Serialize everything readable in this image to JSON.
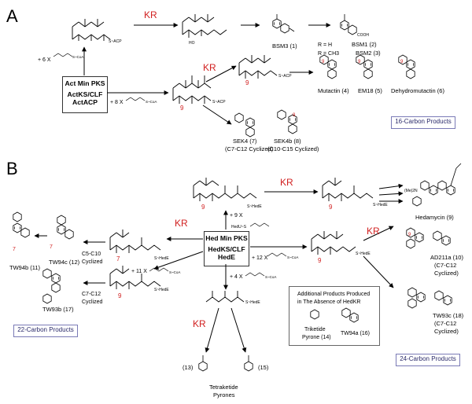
{
  "panels": {
    "a": {
      "letter": "A",
      "kr": "KR",
      "enzyme": {
        "title": "Act Min PKS",
        "line1": "ActKS/CLF",
        "line2": "ActACP"
      },
      "mal_top": "+ 6 X",
      "mal_bottom": "+ 8 X",
      "ketide_top_tag": "S~ACP",
      "ketide_bottom_tag": "S~ACP",
      "red_9": "9",
      "bsm3": "BSM3 (1)",
      "bsm_r_h": "R = H",
      "bsm_r_ch3": "R = CH3",
      "bsm1": "BSM1 (2)",
      "bsm2": "BSM2 (3)",
      "cooh": "COOH",
      "mutactin": "Mutactin (4)",
      "em18": "EM18 (5)",
      "dehydromutactin": "Dehydromutactin (6)",
      "sek4": "SEK4 (7)",
      "sek4_sub": "(C7-C12 Cyclized)",
      "sek4b": "SEK4b (8)",
      "sek4b_sub": "(C10-C15 Cyclized)",
      "products_box": "16-Carbon Products",
      "coa": "S~CoA"
    },
    "b": {
      "letter": "B",
      "kr": "KR",
      "enzyme": {
        "title": "Hed Min PKS",
        "line1": "HedKS/CLF",
        "line2": "HedE"
      },
      "mal_9": "+ 9 X",
      "mal_11": "+ 11 X",
      "mal_12": "+ 12 X",
      "mal_4": "+ 4 X",
      "hedu": "HedU~S",
      "hede": "S~HedE",
      "hedamycin": "Hedamycin (9)",
      "red_9": "9",
      "red_7": "7",
      "tw94b": "TW94b (11)",
      "tw94c": "TW94c (12)",
      "c5c10": "C5-C10",
      "c5c10_sub": "Cyclized",
      "c7c12": "C7-C12",
      "c7c12_sub": "Cyclized",
      "tw93b": "TW93b (17)",
      "ad211a": "AD211a (10)",
      "ad211a_sub1": "(C7-C12",
      "ad211a_sub2": "Cyclized)",
      "tw93c": "TW93c (18)",
      "tw93c_sub1": "(C7-C12",
      "tw93c_sub2": "Cyclized)",
      "additional_line1": "Additional Products Produced",
      "additional_line2": "in The Absence of HedKR",
      "triketide": "Triketide",
      "triketide_sub": "Pyrone (14)",
      "tw94a": "TW94a (16)",
      "n13": "(13)",
      "n15": "(15)",
      "tetraketide": "Tetraketide",
      "tetraketide_sub": "Pyrones",
      "box22": "22-Carbon Products",
      "box24": "24-Carbon Products",
      "nme2": "(Me)2N",
      "coa": "S~CoA"
    }
  },
  "colors": {
    "kr": "#d11f1f",
    "position_label": "#d11f1f",
    "box_border": "#7a7ab6",
    "box_text": "#2a2a6a",
    "line": "#000000"
  }
}
